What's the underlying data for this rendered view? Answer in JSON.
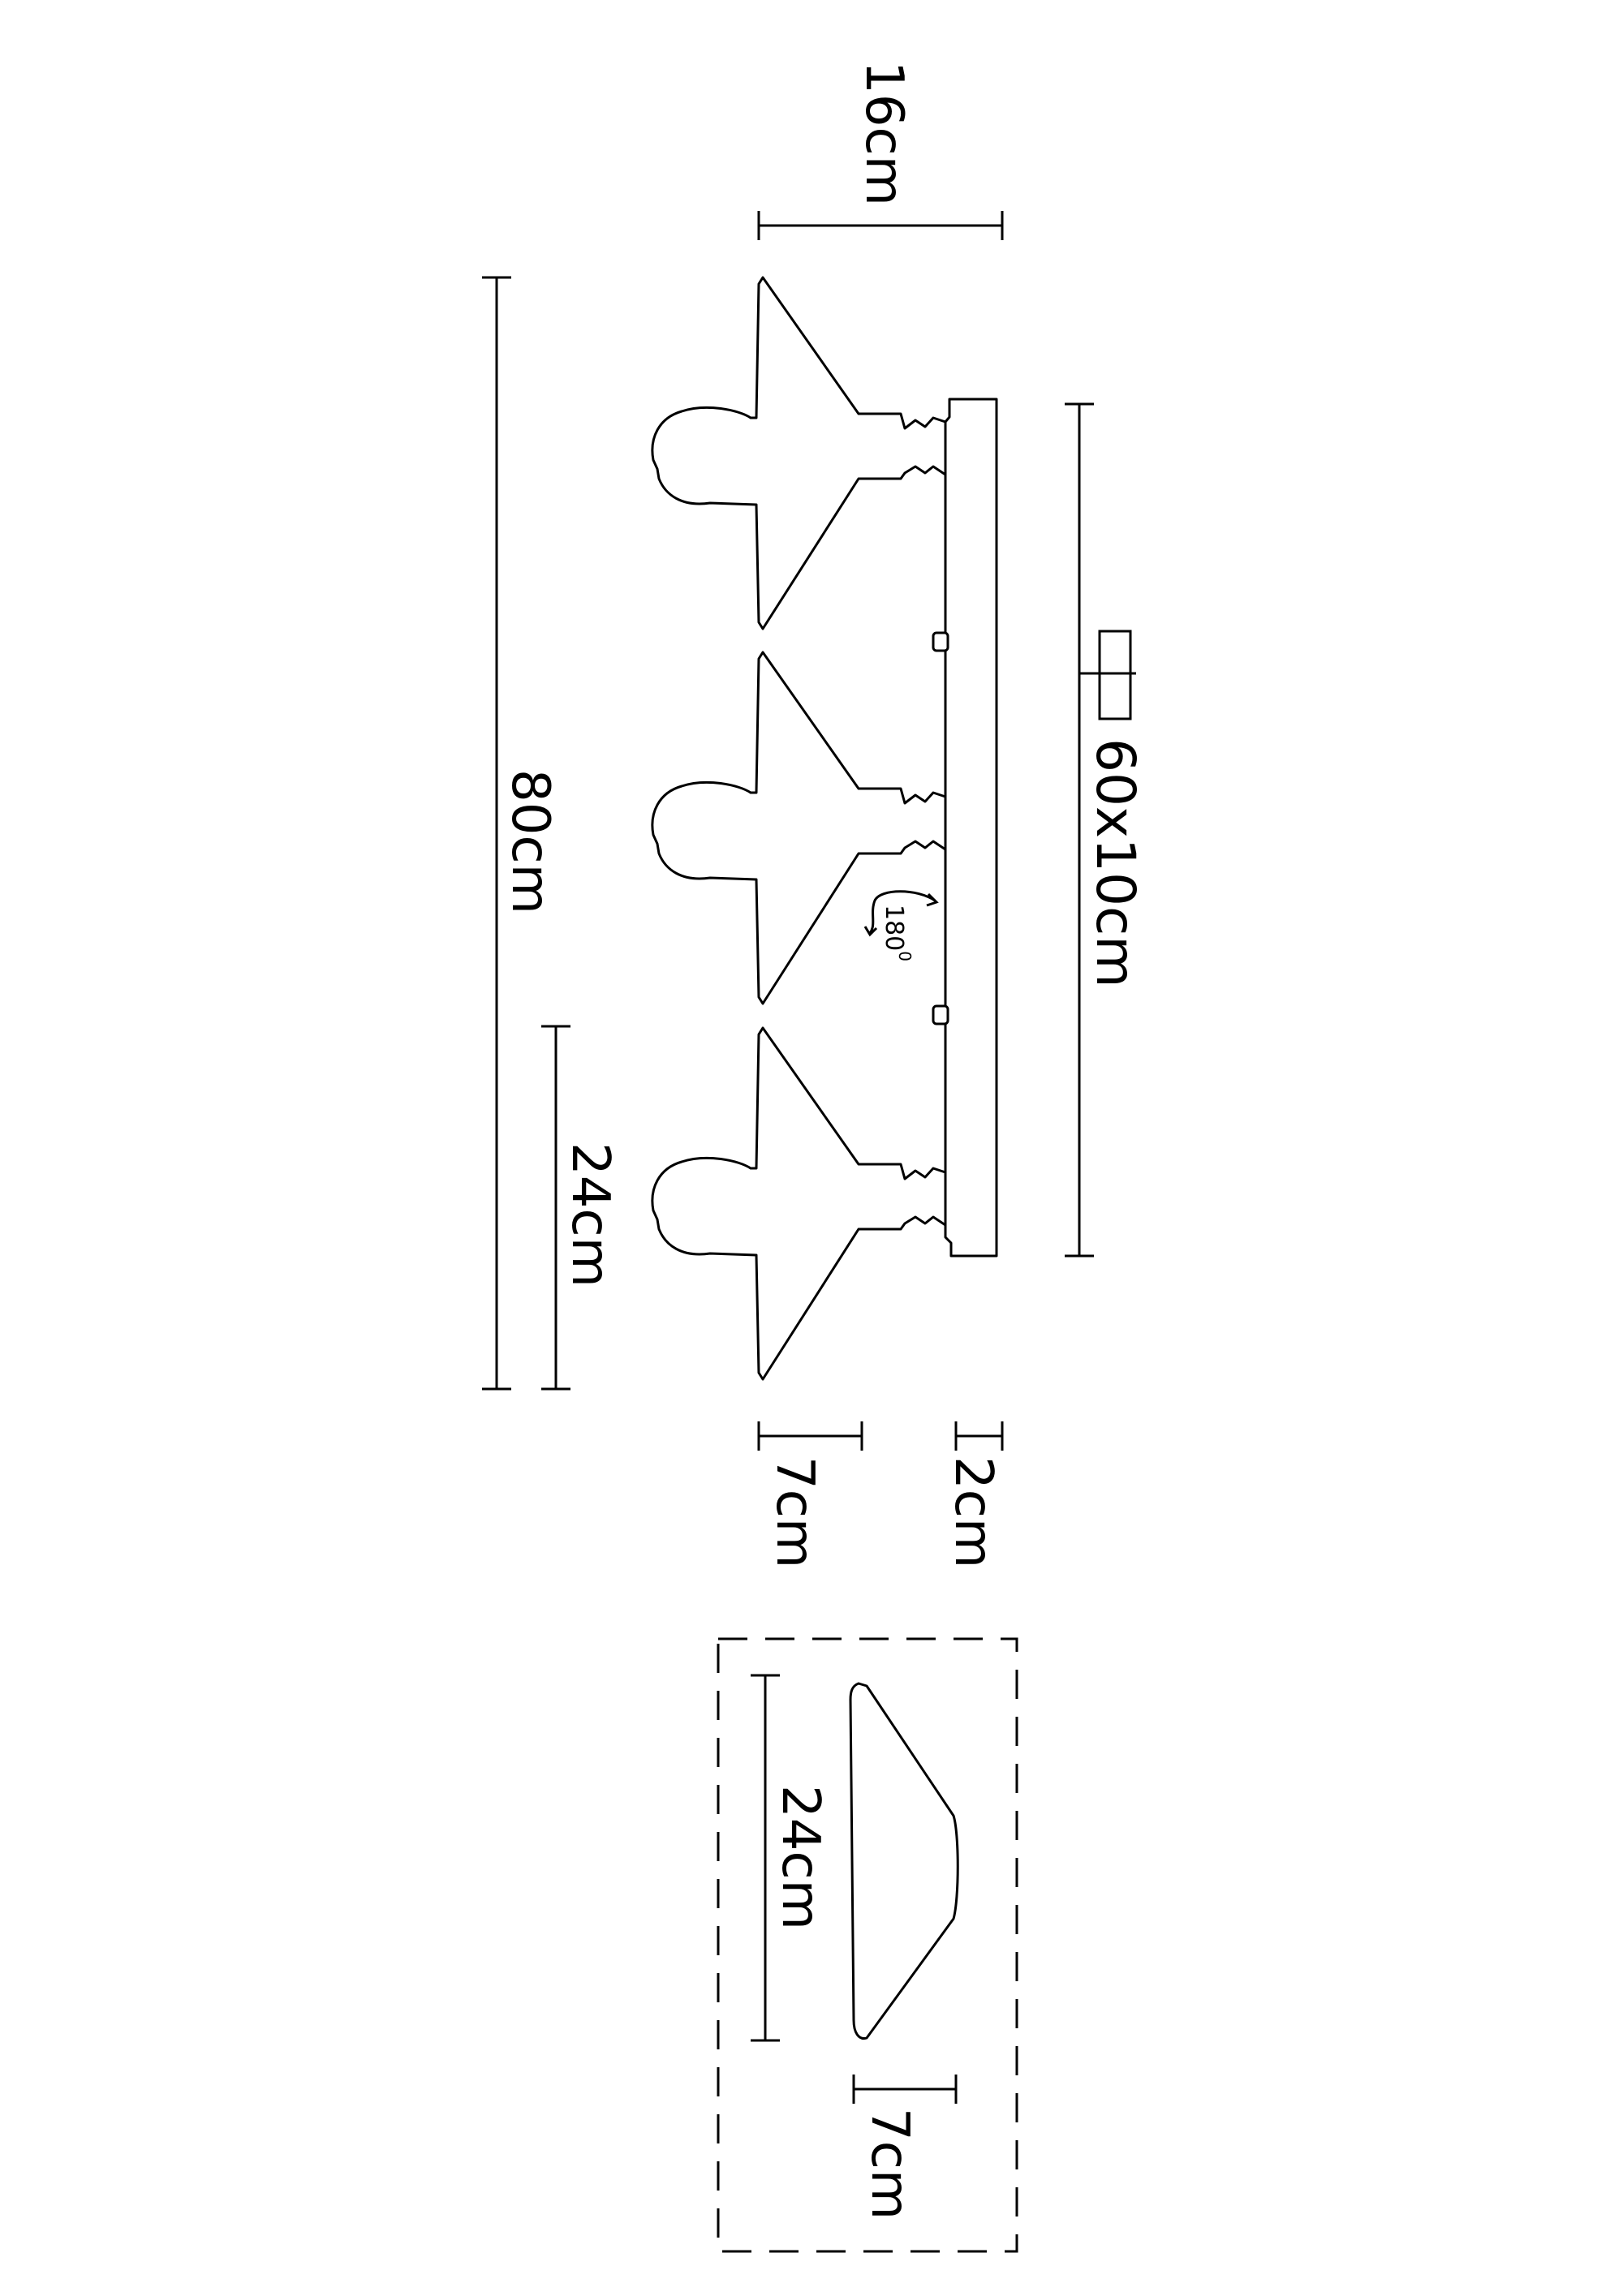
{
  "dimensions": {
    "hanger_width": "16cm",
    "total_length": "80cm",
    "hanger_length": "24cm",
    "mount_board": "60x10cm",
    "hanger_depth": "7cm",
    "board_thickness": "2cm",
    "rotation": "180",
    "rotation_unit": "0",
    "detail_length": "24cm",
    "detail_depth": "7cm"
  },
  "colors": {
    "line": "#000000",
    "background": "#ffffff"
  },
  "icons": {
    "rotation": "rotate-arrow-icon",
    "section": "rectangle-section-icon"
  }
}
